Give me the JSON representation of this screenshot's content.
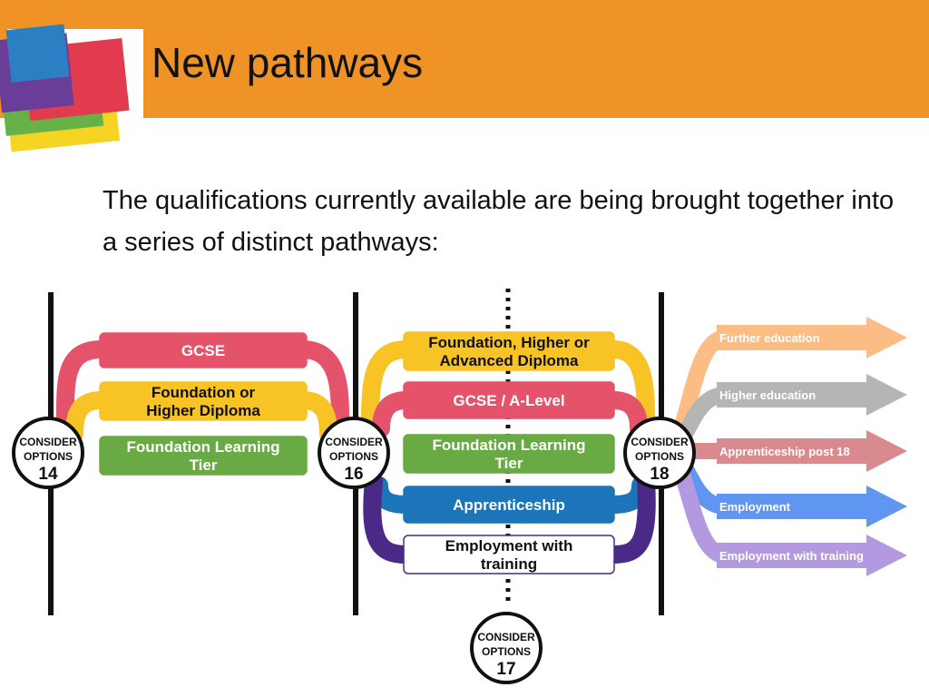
{
  "slide": {
    "title": "New pathways",
    "intro": "The qualifications currently available are being brought together into a series of distinct pathways:"
  },
  "milestones": [
    {
      "line1": "CONSIDER",
      "line2": "OPTIONS",
      "age": "14"
    },
    {
      "line1": "CONSIDER",
      "line2": "OPTIONS",
      "age": "16"
    },
    {
      "line1": "CONSIDER",
      "line2": "OPTIONS",
      "age": "18"
    },
    {
      "line1": "CONSIDER",
      "line2": "OPTIONS",
      "age": "17"
    }
  ],
  "stage_14_16": [
    {
      "lines": [
        "GCSE"
      ],
      "color": "#e5536b",
      "text_color": "#ffffff"
    },
    {
      "lines": [
        "Foundation or",
        "Higher Diploma"
      ],
      "color": "#f7c325",
      "text_color": "#111111"
    },
    {
      "lines": [
        "Foundation Learning",
        "Tier"
      ],
      "color": "#6aaa45",
      "text_color": "#ffffff"
    }
  ],
  "stage_16_18": [
    {
      "lines": [
        "Foundation, Higher or",
        "Advanced Diploma"
      ],
      "color": "#f7c325",
      "text_color": "#111111"
    },
    {
      "lines": [
        "GCSE / A-Level"
      ],
      "color": "#e5536b",
      "text_color": "#ffffff"
    },
    {
      "lines": [
        "Foundation Learning",
        "Tier"
      ],
      "color": "#6aaa45",
      "text_color": "#ffffff"
    },
    {
      "lines": [
        "Apprenticeship"
      ],
      "color": "#1b75b8",
      "text_color": "#ffffff"
    },
    {
      "lines": [
        "Employment with",
        "training"
      ],
      "color": "#ffffff",
      "text_color": "#111111"
    }
  ],
  "outcomes": [
    {
      "label": "Further education",
      "color": "#fbbd84"
    },
    {
      "label": "Higher education",
      "color": "#b5b5b5"
    },
    {
      "label": "Apprenticeship post 18",
      "color": "#d98a8e"
    },
    {
      "label": "Employment",
      "color": "#5f96f2"
    },
    {
      "label": "Employment with training",
      "color": "#b39ae0"
    }
  ],
  "colors": {
    "header": "#ef9327",
    "purple": "#4a2a86",
    "line": "#111111"
  }
}
